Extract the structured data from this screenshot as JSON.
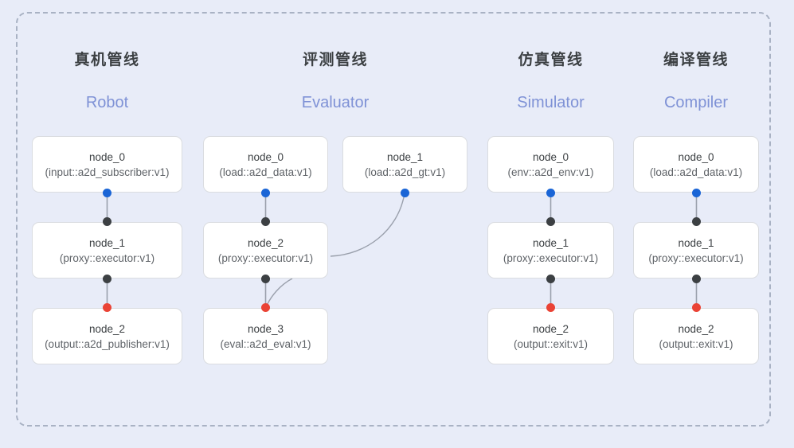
{
  "diagram": {
    "background_color": "#e8ecf8",
    "frame_border_color": "#a9b2c4",
    "node_fill": "#ffffff",
    "node_border": "#dadce0",
    "accent_blue": "#1a65d6",
    "accent_dark": "#3c4043",
    "accent_red": "#ea4335",
    "subtitle_color": "#7f92d6",
    "edge_color": "#9aa0ac"
  },
  "columns": [
    {
      "id": "robot",
      "title_cn": "真机管线",
      "title_en": "Robot",
      "nodes": [
        {
          "name": "node_0",
          "spec": "(input::a2d_subscriber:v1)"
        },
        {
          "name": "node_1",
          "spec": "(proxy::executor:v1)"
        },
        {
          "name": "node_2",
          "spec": "(output::a2d_publisher:v1)"
        }
      ]
    },
    {
      "id": "evaluator",
      "title_cn": "评测管线",
      "title_en": "Evaluator",
      "nodes": [
        {
          "name": "node_0",
          "spec": "(load::a2d_data:v1)"
        },
        {
          "name": "node_1",
          "spec": "(load::a2d_gt:v1)"
        },
        {
          "name": "node_2",
          "spec": "(proxy::executor:v1)"
        },
        {
          "name": "node_3",
          "spec": "(eval::a2d_eval:v1)"
        }
      ]
    },
    {
      "id": "simulator",
      "title_cn": "仿真管线",
      "title_en": "Simulator",
      "nodes": [
        {
          "name": "node_0",
          "spec": "(env::a2d_env:v1)"
        },
        {
          "name": "node_1",
          "spec": "(proxy::executor:v1)"
        },
        {
          "name": "node_2",
          "spec": "(output::exit:v1)"
        }
      ]
    },
    {
      "id": "compiler",
      "title_cn": "编译管线",
      "title_en": "Compiler",
      "nodes": [
        {
          "name": "node_0",
          "spec": "(load::a2d_data:v1)"
        },
        {
          "name": "node_1",
          "spec": "(proxy::executor:v1)"
        },
        {
          "name": "node_2",
          "spec": "(output::exit:v1)"
        }
      ]
    }
  ]
}
